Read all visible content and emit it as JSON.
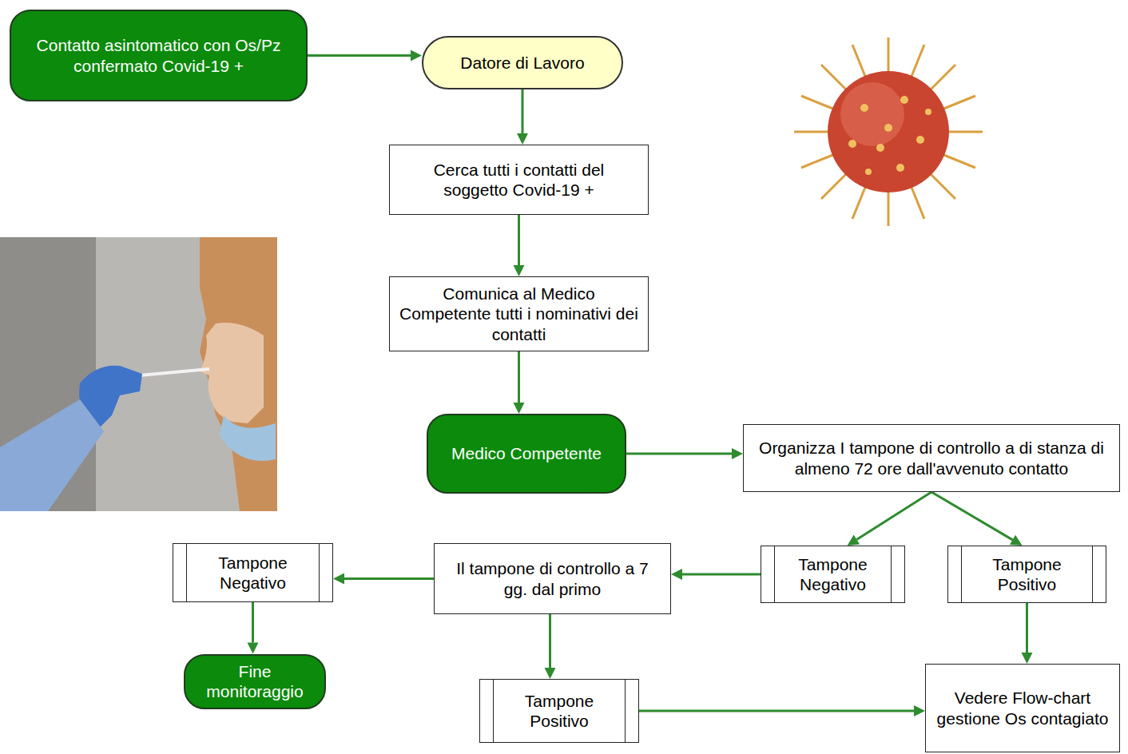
{
  "diagram": {
    "nodes": [
      {
        "text": [
          "Contatto asintomatico con Os/Pz confermato Covid-19 +"
        ]
      },
      {
        "text": [
          "Datore di Lavoro"
        ]
      },
      {
        "text": [
          "Cerca tutti i contatti del soggetto Covid-19 +"
        ]
      },
      {
        "text": [
          "Comunica al Medico Competente tutti i nominativi dei contatti"
        ]
      },
      {
        "text": [
          "Medico Competente"
        ]
      },
      {
        "text": [
          "Organizza I tampone di controllo a di stanza di almeno 72 ore dall'avvenuto contatto"
        ]
      },
      {
        "text": [
          "Tampone Negativo"
        ]
      },
      {
        "text": [
          "Tampone Positivo"
        ]
      },
      {
        "text": [
          "Il tampone di controllo a 7 gg. dal primo"
        ]
      },
      {
        "text": [
          "Tampone Negativo"
        ]
      },
      {
        "text": [
          "Fine monitoraggio"
        ]
      },
      {
        "text": [
          "Tampone Positivo"
        ]
      },
      {
        "text": [
          "Vedere Flow-chart gestione Os contagiato"
        ]
      }
    ],
    "edges": [
      {
        "from": 0,
        "to": 1,
        "arrow": "to"
      },
      {
        "from": 1,
        "to": 2,
        "arrow": "to"
      },
      {
        "from": 2,
        "to": 3,
        "arrow": "to"
      },
      {
        "from": 3,
        "to": 4,
        "arrow": "to"
      },
      {
        "from": 4,
        "to": 5,
        "arrow": "to"
      },
      {
        "from": 5,
        "to": 6,
        "arrow": "to"
      },
      {
        "from": 5,
        "to": 7,
        "arrow": "to"
      },
      {
        "from": 6,
        "to": 8,
        "arrow": "to"
      },
      {
        "from": 8,
        "to": 9,
        "arrow": "to"
      },
      {
        "from": 9,
        "to": 10,
        "arrow": "to"
      },
      {
        "from": 8,
        "to": 11,
        "arrow": "to"
      },
      {
        "from": 7,
        "to": 12,
        "arrow": "to"
      },
      {
        "from": 11,
        "to": 12,
        "arrow": "to"
      }
    ]
  }
}
